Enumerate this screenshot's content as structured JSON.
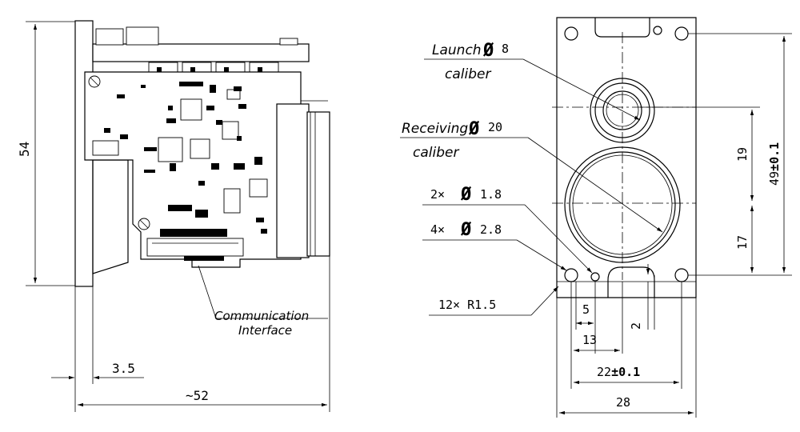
{
  "side_view": {
    "dim_height": "54",
    "dim_flange": "3.5",
    "dim_length": "~52",
    "callout_communication": "Communication",
    "callout_interface": "Interface"
  },
  "front_view": {
    "launch_label": "Launch",
    "launch_value": "8",
    "launch_sub": "caliber",
    "receiving_label": "Receiving",
    "receiving_value": "20",
    "receiving_sub": "caliber",
    "hole_small_count": "2×",
    "hole_small_value": "1.8",
    "hole_large_count": "4×",
    "hole_large_value": "2.8",
    "radius_note": "12×  R1.5",
    "diameter_symbol": "Ø",
    "dim_19": "19",
    "dim_17": "17",
    "dim_49": "49",
    "dim_49_tol": "±0.1",
    "dim_5": "5",
    "dim_2": "2",
    "dim_13": "13",
    "dim_22": "22",
    "dim_22_tol": "±0.1",
    "dim_28": "28"
  }
}
